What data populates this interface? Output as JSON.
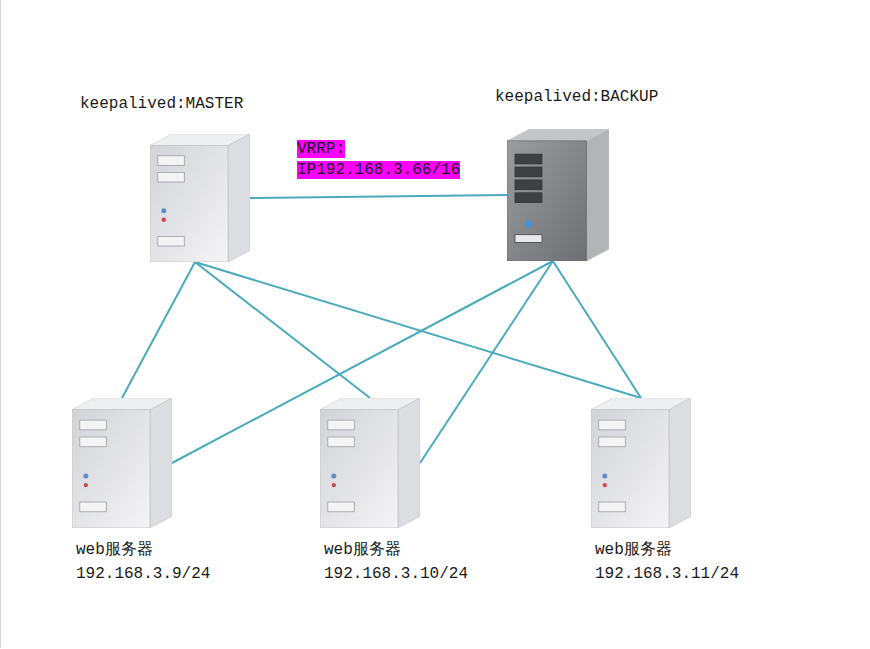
{
  "diagram": {
    "nodes": [
      {
        "text": [
          "keepalived:MASTER"
        ]
      },
      {
        "text": [
          "keepalived:BACKUP"
        ]
      },
      {
        "text": [
          "web服务器",
          "192.168.3.9/24"
        ]
      },
      {
        "text": [
          "web服务器",
          "192.168.3.10/24"
        ]
      },
      {
        "text": [
          "web服务器",
          "192.168.3.11/24"
        ]
      }
    ],
    "edges": [
      {
        "from": 0,
        "to": 1,
        "arrow": "none",
        "label": "VRRP: IP192.168.3.66/16"
      },
      {
        "from": 0,
        "to": 2,
        "arrow": "none"
      },
      {
        "from": 0,
        "to": 3,
        "arrow": "none"
      },
      {
        "from": 0,
        "to": 4,
        "arrow": "none"
      },
      {
        "from": 1,
        "to": 2,
        "arrow": "none"
      },
      {
        "from": 1,
        "to": 3,
        "arrow": "none"
      },
      {
        "from": 1,
        "to": 4,
        "arrow": "none"
      }
    ]
  }
}
